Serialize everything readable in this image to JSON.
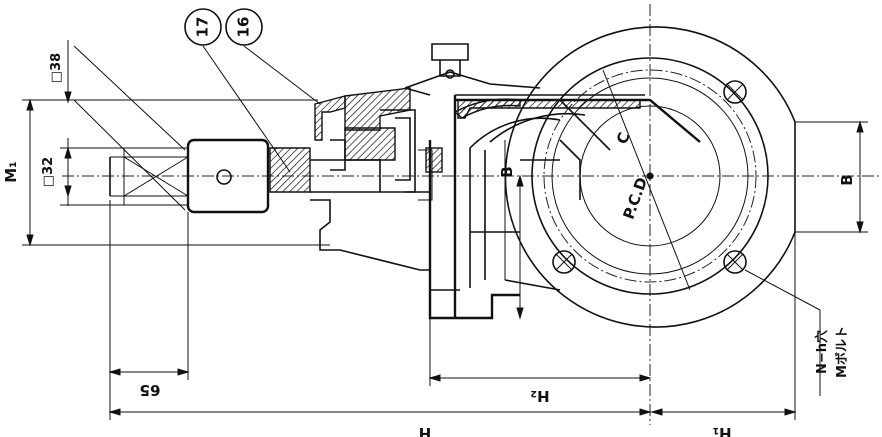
{
  "drawing": {
    "balloons": [
      {
        "text": "17"
      },
      {
        "text": "16"
      }
    ],
    "dimensions": {
      "H": "H",
      "H1": "H₁",
      "H2": "H₂",
      "M1": "M₁",
      "B_left": "B",
      "B_right": "B",
      "C": "C",
      "PCD": "P.C.D",
      "d65": "65",
      "sq38": "□38",
      "sq32": "□32",
      "hole_note_line1": "N−h穴",
      "hole_note_line2": "Mボルト"
    }
  }
}
